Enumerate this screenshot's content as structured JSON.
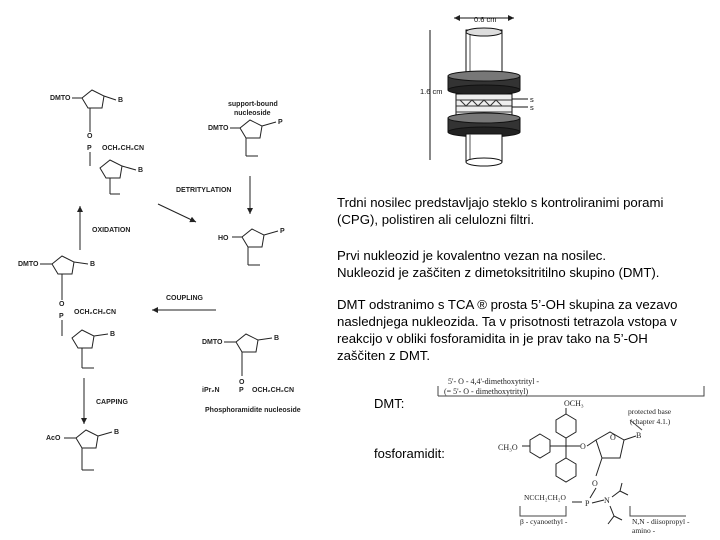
{
  "cycle": {
    "labels": {
      "dmto": "DMTO",
      "base_b": "B",
      "p_letter": "P",
      "o_letter": "O",
      "oce": "OCH₂CH₂CN",
      "support": "support-bound",
      "nucleoside": "nucleoside",
      "ho": "HO",
      "ipr2n": "iPr₂N",
      "phosphoramidite": "Phosphoramidite nucleoside",
      "ac": "AcO"
    },
    "steps": {
      "detritylation": "DETRITYLATION",
      "oxidation": "OXIDATION",
      "coupling": "COUPLING",
      "capping": "CAPPING"
    }
  },
  "column": {
    "width": "0.6 cm",
    "height": "1.6 cm",
    "marker_s1": "s",
    "marker_s2": "s"
  },
  "text": {
    "p1_l1": "Trdni nosilec predstavljajo steklo s kontroliranimi porami",
    "p1_l2": "(CPG), polistiren ali celulozni filtri.",
    "p2_l1": "Prvi nukleozid je kovalentno vezan na nosilec.",
    "p2_l2": "Nukleozid je zaščiten z dimetoksitritilno skupino (DMT).",
    "p3_l1": "DMT odstranimo s TCA ® prosta 5’-OH skupina za vezavo",
    "p3_l2": "naslednjega nukleozida.  Ta v prisotnosti tetrazola vstopa v",
    "p3_l3": "reakcijo v obliki fosforamidita in je prav tako na 5’-OH",
    "p3_l4": "zaščiten z DMT.",
    "dmt_label": "DMT:",
    "fosfo_label": "fosforamidit:"
  },
  "structure": {
    "top_note_1": "5'- O - 4,4'-dimethoxytrityl -",
    "top_note_2": "(= 5'- O - dimethoxytrityl)",
    "protected_1": "protected base",
    "protected_2": "(chapter 4.1.)",
    "och3": "OCH₃",
    "ch3o": "CH₃O",
    "o": "O",
    "b": "B",
    "p": "P",
    "n": "N",
    "ncch": "NCCH₂CH₂O",
    "cyano": "β - cyanoethyl -",
    "diiso_1": "N,N - diisopropyl -",
    "diiso_2": "amino -"
  }
}
